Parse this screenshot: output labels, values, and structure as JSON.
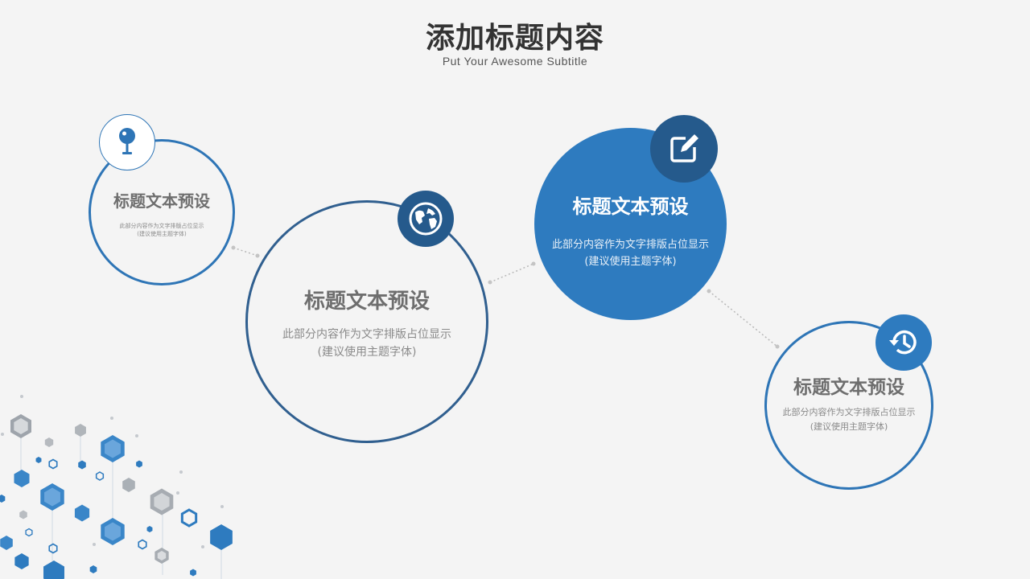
{
  "header": {
    "title": "添加标题内容",
    "subtitle": "Put Your Awesome Subtitle"
  },
  "nodes": [
    {
      "title": "标题文本预设",
      "desc_line1": "此部分内容作为文字排版占位显示",
      "desc_line2": "(建议使用主题字体)",
      "icon": "pin-icon"
    },
    {
      "title": "标题文本预设",
      "desc_line1": "此部分内容作为文字排版占位显示",
      "desc_line2": "(建议使用主题字体)",
      "icon": "globe-icon"
    },
    {
      "title": "标题文本预设",
      "desc_line1": "此部分内容作为文字排版占位显示",
      "desc_line2": "(建议使用主题字体)",
      "icon": "edit-icon"
    },
    {
      "title": "标题文本预设",
      "desc_line1": "此部分内容作为文字排版占位显示",
      "desc_line2": "(建议使用主题字体)",
      "icon": "history-icon"
    }
  ],
  "colors": {
    "primary": "#2e7bbf",
    "dark": "#305f8f",
    "badge_dark": "#255a8c",
    "text_gray": "#6e6e6e",
    "background": "#f4f4f4"
  }
}
